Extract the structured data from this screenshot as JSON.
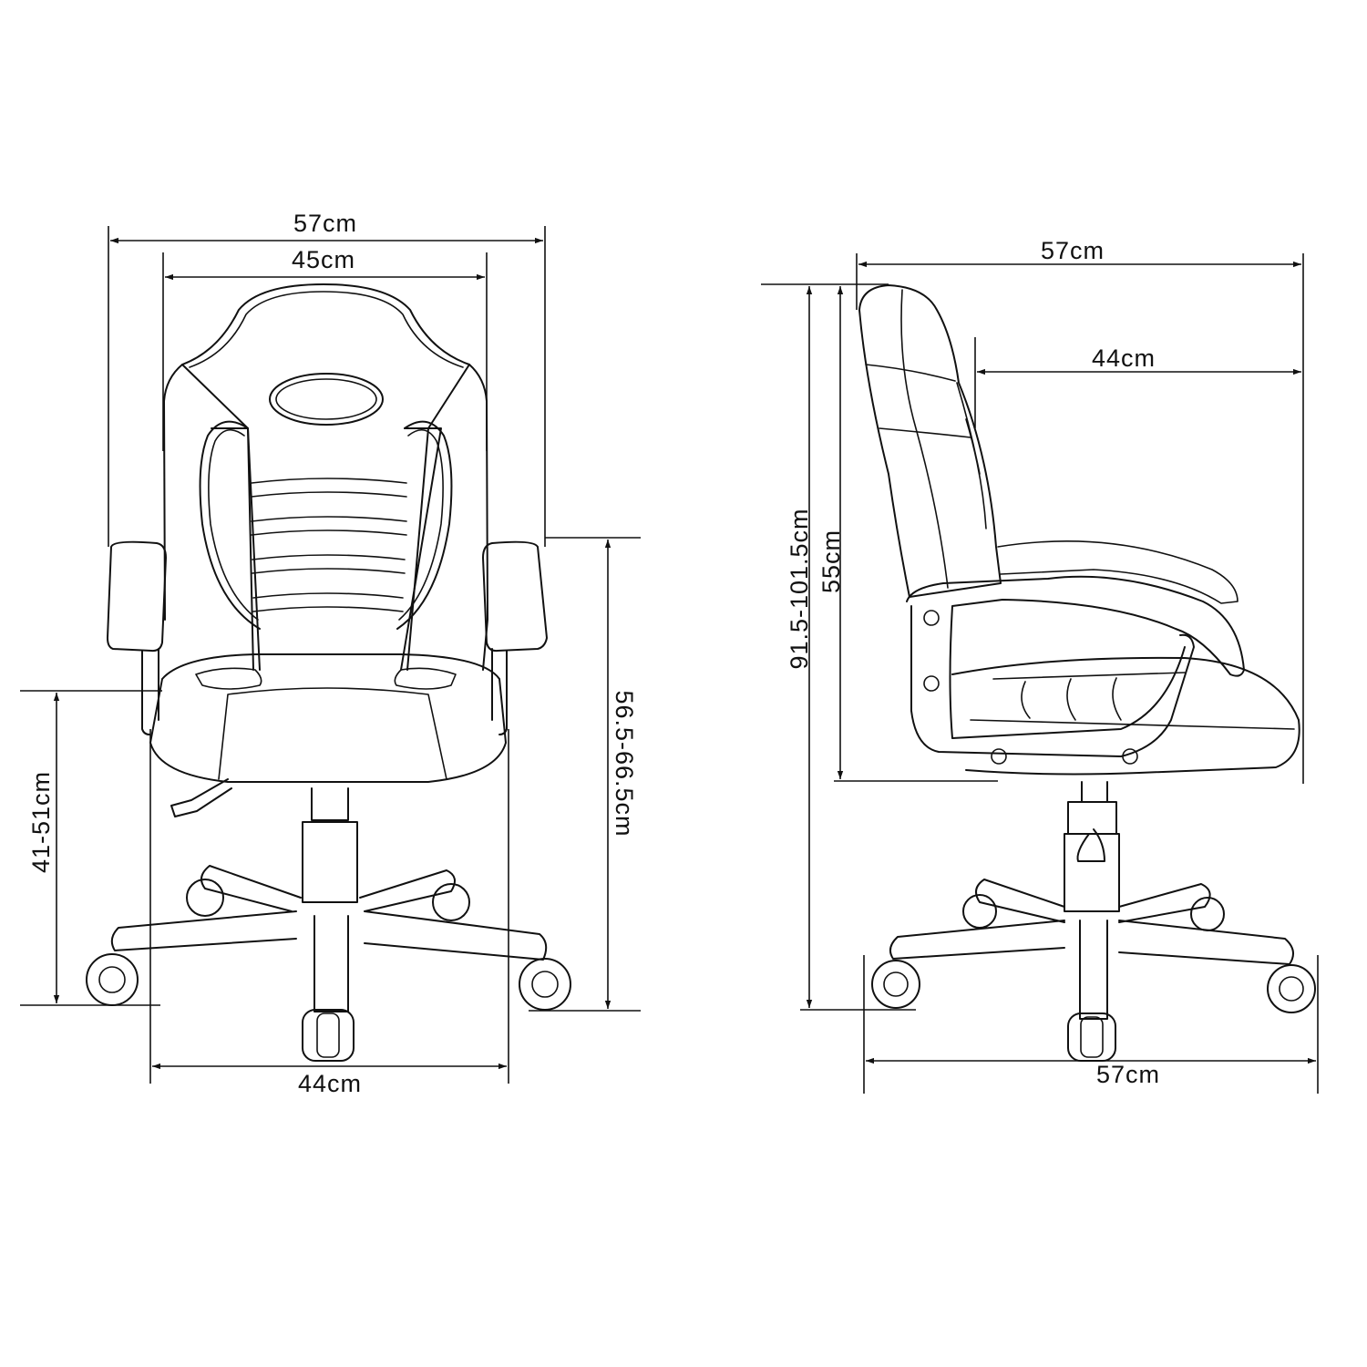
{
  "front_view": {
    "overall_width": "57cm",
    "backrest_width": "45cm",
    "seat_height": "41-51cm",
    "armrest_height": "56.5-66.5cm",
    "base_width": "44cm"
  },
  "side_view": {
    "overall_depth": "57cm",
    "seat_depth": "44cm",
    "total_height": "91.5-101.5cm",
    "backrest_height": "55cm",
    "base_depth": "57cm"
  },
  "colors": {
    "line": "#111111",
    "background": "#ffffff"
  }
}
